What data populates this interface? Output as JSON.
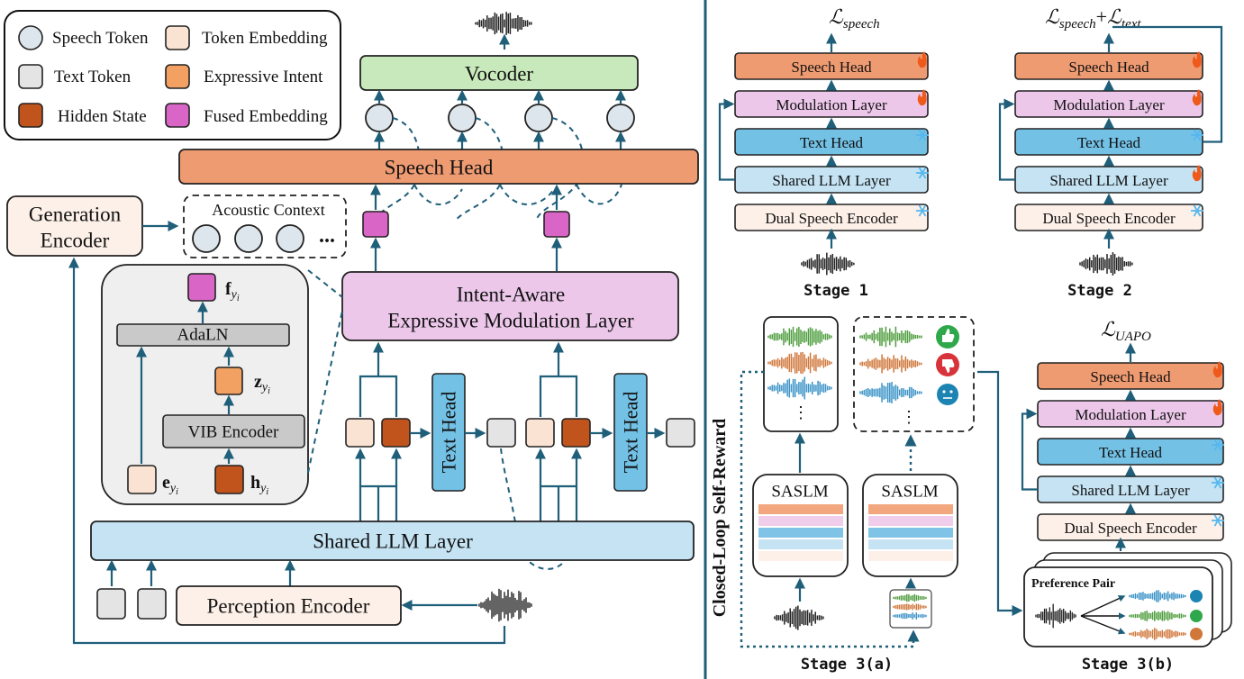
{
  "legend": {
    "items": [
      {
        "label": "Speech Token",
        "color": "#dde6ec",
        "shape": "circle"
      },
      {
        "label": "Token Embedding",
        "color": "#fbe3d3",
        "shape": "square"
      },
      {
        "label": "Text Token",
        "color": "#e4e4e4",
        "shape": "square"
      },
      {
        "label": "Expressive Intent",
        "color": "#f2a162",
        "shape": "square"
      },
      {
        "label": "Hidden State",
        "color": "#c0541c",
        "shape": "square"
      },
      {
        "label": "Fused Embedding",
        "color": "#d966c6",
        "shape": "square"
      }
    ]
  },
  "architecture": {
    "vocoder": "Vocoder",
    "speech_head": "Speech Head",
    "acoustic_context": "Acoustic Context",
    "acoustic_dots": "...",
    "generation_encoder_line1": "Generation",
    "generation_encoder_line2": "Encoder",
    "modulation_line1": "Intent-Aware",
    "modulation_line2": "Expressive Modulation Layer",
    "text_head": "Text Head",
    "shared_llm": "Shared LLM Layer",
    "perception_encoder": "Perception Encoder",
    "inset": {
      "adaln": "AdaLN",
      "vib_encoder": "VIB Encoder",
      "f_label": "f",
      "z_label": "z",
      "e_label": "e",
      "h_label": "h",
      "sub": "y",
      "subsub": "i"
    }
  },
  "stages": {
    "stage1": {
      "caption": "Stage 1",
      "loss": "speech",
      "layers": [
        "Speech Head",
        "Modulation Layer",
        "Text Head",
        "Shared LLM Layer",
        "Dual Speech Encoder"
      ]
    },
    "stage2": {
      "caption": "Stage 2",
      "loss_a": "speech",
      "loss_plus": "+",
      "loss_b": "text",
      "layers": [
        "Speech Head",
        "Modulation Layer",
        "Text Head",
        "Shared LLM Layer",
        "Dual Speech Encoder"
      ]
    },
    "stage3a": {
      "caption": "Stage 3(a)",
      "side_label": "Closed-Loop Self-Reward",
      "saslm": "SASLM",
      "dots": "⋮"
    },
    "stage3b": {
      "caption": "Stage 3(b)",
      "loss": "UAPO",
      "preference_pair": "Preference Pair",
      "layers": [
        "Speech Head",
        "Modulation Layer",
        "Text Head",
        "Shared LLM Layer",
        "Dual Speech Encoder"
      ]
    },
    "loss_symbol": "ℒ"
  },
  "colors": {
    "arrow": "#1f5f7a",
    "speech_head": "#ef9b72",
    "modulation": "#ecc7ea",
    "text_head": "#74c1e6",
    "shared_llm": "#c5e3f3",
    "encoder": "#fdf0e8",
    "vocoder": "#c8e9bb",
    "inset_bg": "#efefef",
    "gray_box": "#c9c9c9",
    "wave_green": "#4f9e3f",
    "wave_orange": "#d0773a",
    "wave_blue": "#3b93c7",
    "like": "#2ea84a",
    "dislike": "#d8333a",
    "neutral": "#1b84b3",
    "fire": "#ef5a1a",
    "snow": "#56b8ee"
  }
}
